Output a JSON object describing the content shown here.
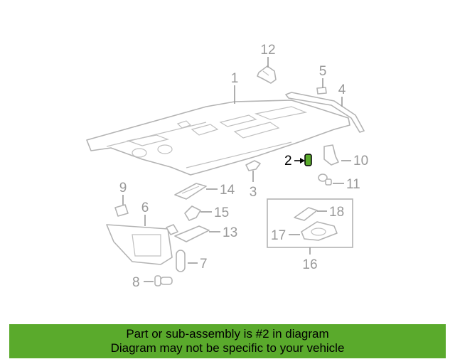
{
  "diagram": {
    "callouts": [
      {
        "id": "12",
        "label": "12"
      },
      {
        "id": "5",
        "label": "5"
      },
      {
        "id": "1",
        "label": "1"
      },
      {
        "id": "4",
        "label": "4"
      },
      {
        "id": "2",
        "label": "2"
      },
      {
        "id": "10",
        "label": "10"
      },
      {
        "id": "3",
        "label": "3"
      },
      {
        "id": "11",
        "label": "11"
      },
      {
        "id": "9",
        "label": "9"
      },
      {
        "id": "14",
        "label": "14"
      },
      {
        "id": "6",
        "label": "6"
      },
      {
        "id": "15",
        "label": "15"
      },
      {
        "id": "13",
        "label": "13"
      },
      {
        "id": "18",
        "label": "18"
      },
      {
        "id": "17",
        "label": "17"
      },
      {
        "id": "16",
        "label": "16"
      },
      {
        "id": "7",
        "label": "7"
      },
      {
        "id": "8",
        "label": "8"
      }
    ],
    "highlighted_part": "2",
    "highlight_color": "#5aaa2c",
    "part_color": "#b3b3b3"
  },
  "banner": {
    "line1": "Part or sub-assembly is #2 in diagram",
    "line2": "Diagram may not be specific to your vehicle",
    "color": "#5aaa2c"
  }
}
